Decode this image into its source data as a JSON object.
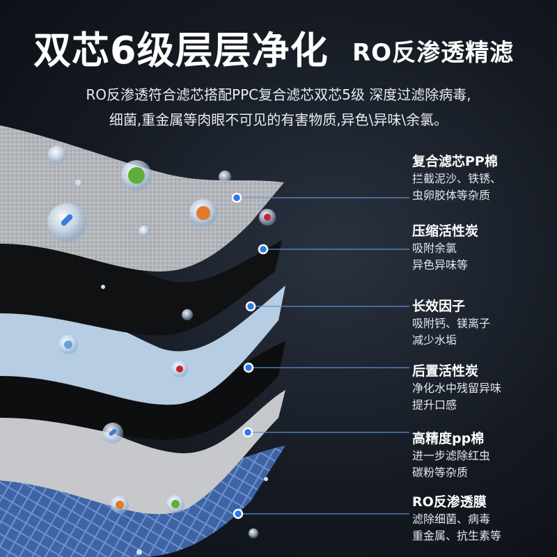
{
  "title": {
    "main": "双芯6级层层净化",
    "sub": "RO反渗透精滤"
  },
  "description": {
    "line1": "RO反渗透符合滤芯搭配PPC复合滤芯双芯5级 深度过滤除病毒,",
    "line2": "细菌,重金属等肉眼不可见的有害物质,异色\\异味\\余氯。"
  },
  "layers": [
    {
      "name": "复合滤芯PP棉",
      "desc1": "拦截泥沙、铁锈、",
      "desc2": "虫卵胶体等杂质",
      "color": "#a9adb2"
    },
    {
      "name": "压缩活性炭",
      "desc1": "吸附余氯",
      "desc2": "异色异味等",
      "color": "#0e0f11"
    },
    {
      "name": "长效因子",
      "desc1": "吸附钙、镁离子",
      "desc2": "减少水垢",
      "color": "#b7cfe6"
    },
    {
      "name": "后置活性炭",
      "desc1": "净化水中残留异味",
      "desc2": "提升口感",
      "color": "#0f1012"
    },
    {
      "name": "高精度pp棉",
      "desc1": "进一步滤除红虫",
      "desc2": "碳粉等杂质",
      "color": "#c8cacc"
    },
    {
      "name": "RO反渗透膜",
      "desc1": "滤除细菌、病毒",
      "desc2": "重金属、抗生素等",
      "color": "#4a6fb0"
    }
  ]
}
